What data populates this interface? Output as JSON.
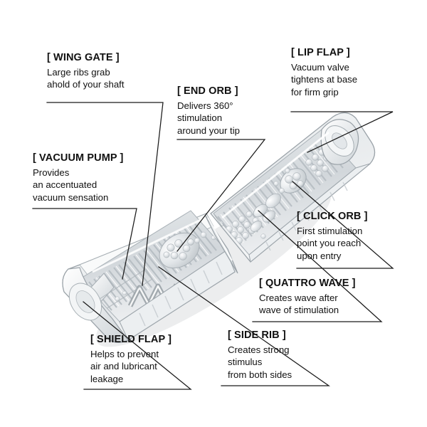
{
  "diagram": {
    "kind": "product-feature-callout-diagram",
    "background_color": "#ffffff",
    "line_color": "#1a1a1a",
    "text_color": "#111111",
    "product_tint": "#e9ecee"
  },
  "callouts": [
    {
      "id": "wing-gate",
      "title": "[ WING GATE ]",
      "body": "Large ribs grab\nahold of your shaft"
    },
    {
      "id": "end-orb",
      "title": "[ END ORB ]",
      "body": "Delivers 360°\nstimulation\naround your tip"
    },
    {
      "id": "lip-flap",
      "title": "[ LIP FLAP ]",
      "body": "Vacuum valve\ntightens at base\nfor firm grip"
    },
    {
      "id": "vacuum-pump",
      "title": "[ VACUUM PUMP ]",
      "body": "Provides\nan accentuated\nvacuum sensation"
    },
    {
      "id": "click-orb",
      "title": "[ CLICK ORB ]",
      "body": "First stimulation\npoint you reach\nupon entry"
    },
    {
      "id": "quattro-wave",
      "title": "[ QUATTRO WAVE ]",
      "body": "Creates wave after\nwave of stimulation"
    },
    {
      "id": "shield-flap",
      "title": "[ SHIELD FLAP ]",
      "body": "Helps to prevent\nair and lubricant\nleakage"
    },
    {
      "id": "side-rib",
      "title": "[ SIDE RIB ]",
      "body": "Creates strong\nstimulus\nfrom both sides"
    }
  ]
}
